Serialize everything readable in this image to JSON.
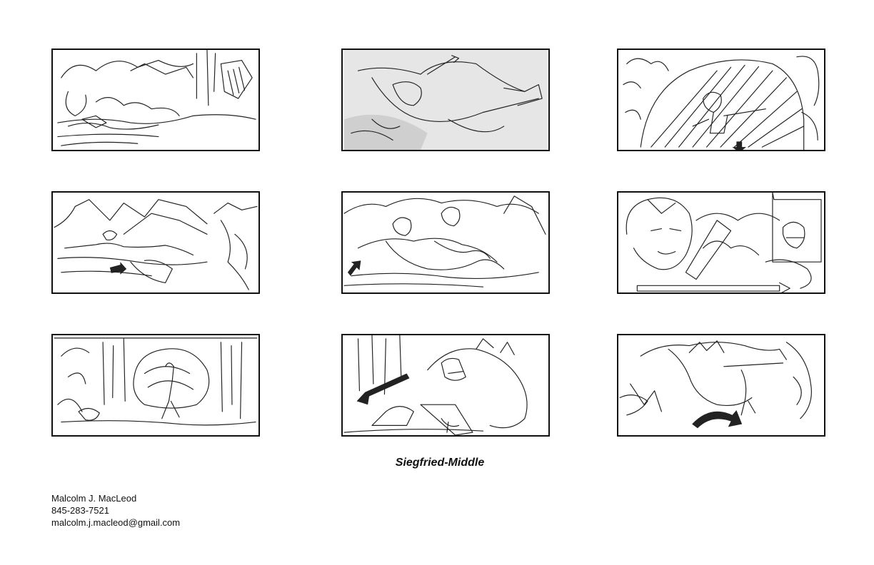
{
  "title": "Siegfried-Middle",
  "contact": {
    "name": "Malcolm J. MacLeod",
    "phone": "845-283-7521",
    "email": "malcolm.j.macleod@gmail.com"
  },
  "panels": [
    {
      "scene": "forest-stream"
    },
    {
      "scene": "wounded-figure-arrow"
    },
    {
      "scene": "figure-in-cave"
    },
    {
      "scene": "mountain-lake-crawl"
    },
    {
      "scene": "two-figures-resting"
    },
    {
      "scene": "hero-closeup-with-sword"
    },
    {
      "scene": "hero-facing-dragon"
    },
    {
      "scene": "dragon-attack"
    },
    {
      "scene": "dragon-leap"
    }
  ]
}
